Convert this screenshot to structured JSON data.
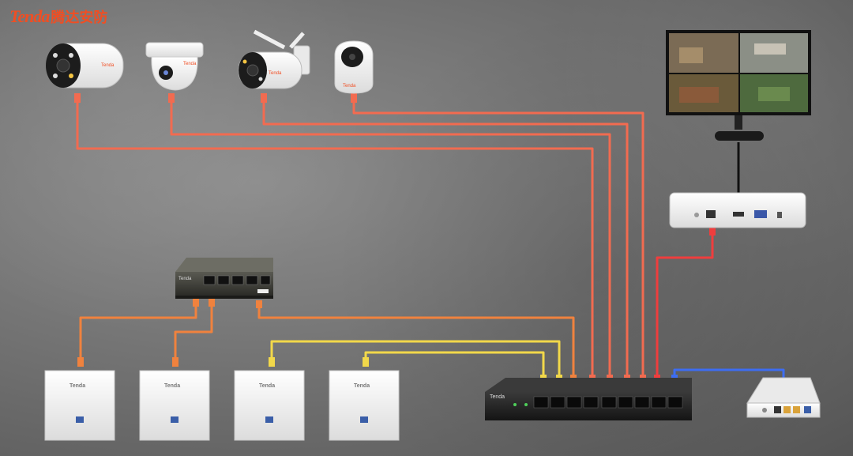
{
  "logo": {
    "brand": "Tenda",
    "tagline": "腾达安防"
  },
  "device_brand": "Tenda",
  "colors": {
    "accent": "#f04e23",
    "poe_wire": "#f26b50",
    "lan_wire": "#f0823e",
    "yellow_wire": "#f2d84a",
    "wan_wire": "#3d6df2",
    "nvr_wire": "#ef3d3d"
  },
  "icons": [
    "bullet-camera-icon",
    "dome-camera-icon",
    "wifi-bullet-camera-icon",
    "ptz-camera-icon",
    "monitor-icon",
    "nvr-icon",
    "poe-switch-icon",
    "wall-ap-icon",
    "poe-router-icon",
    "modem-icon"
  ]
}
